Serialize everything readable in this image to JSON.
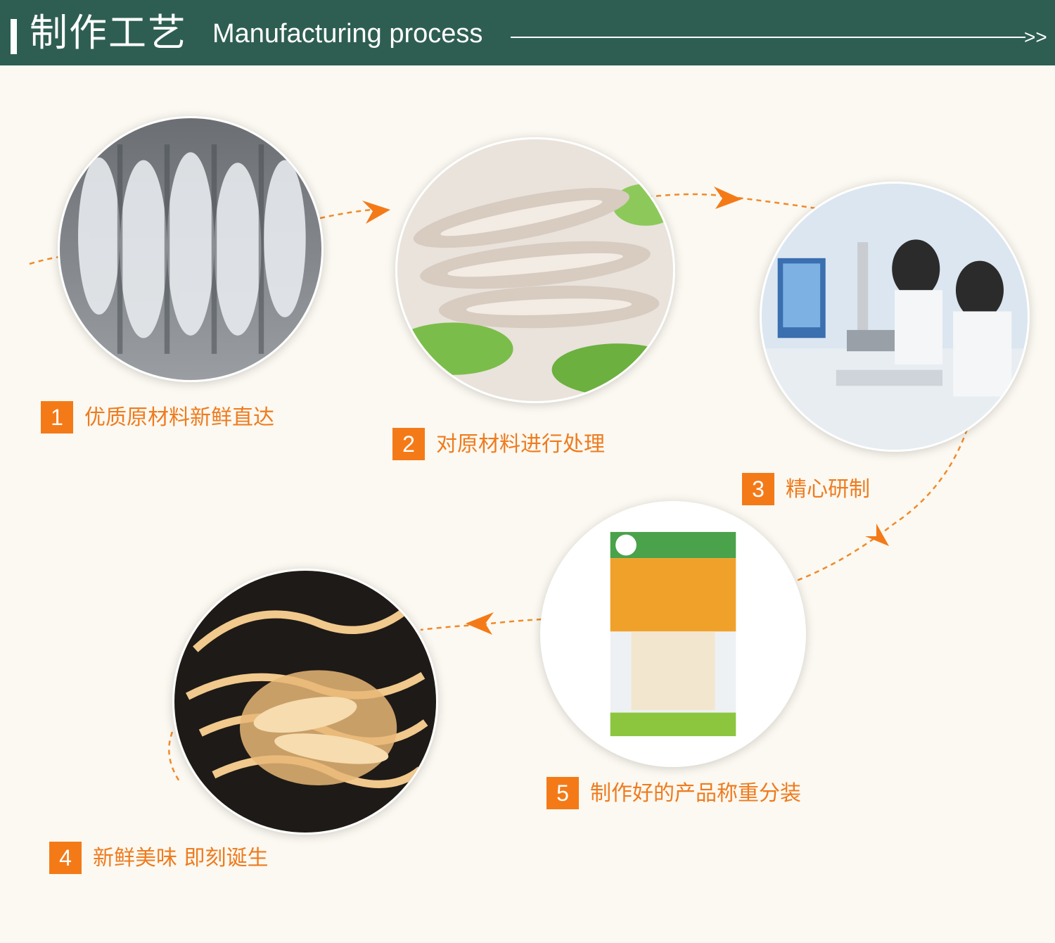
{
  "header": {
    "title_cn": "制作工艺",
    "title_en": "Manufacturing process",
    "arrows": ">>"
  },
  "steps": [
    {
      "number": "1",
      "label": "优质原材料新鲜直达"
    },
    {
      "number": "2",
      "label": "对原材料进行处理"
    },
    {
      "number": "3",
      "label": "精心研制"
    },
    {
      "number": "4",
      "label": "新鲜美味 即刻诞生"
    },
    {
      "number": "5",
      "label": "制作好的产品称重分装"
    }
  ],
  "colors": {
    "header_bg": "#2e5e52",
    "accent": "#f47a18",
    "page_bg": "#fbf9f1"
  },
  "icons": [
    "raw-squid-photo",
    "prepared-squid-photo",
    "lab-photo",
    "package-photo",
    "shredded-squid-photo"
  ]
}
